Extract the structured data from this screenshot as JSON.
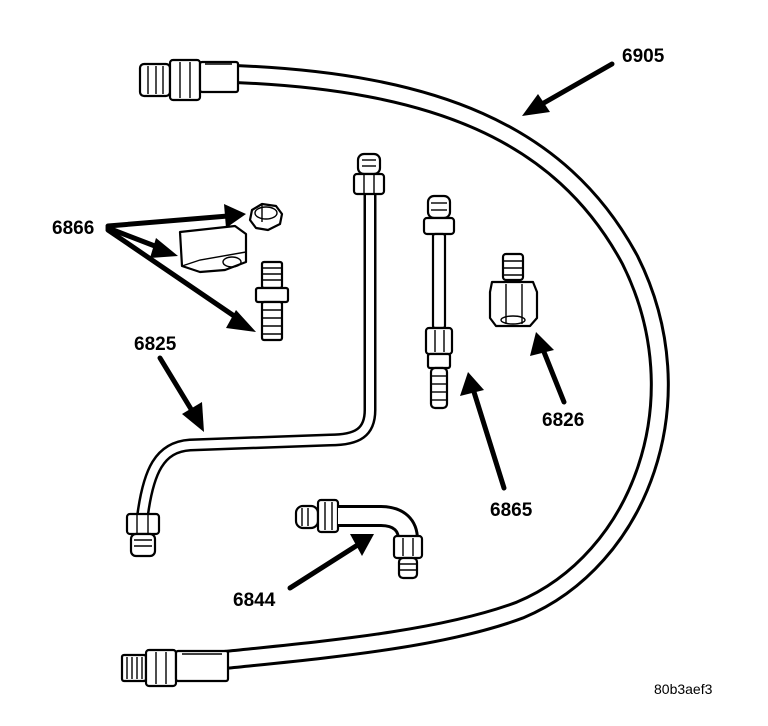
{
  "labels": {
    "hose": "6905",
    "fitting_kit": "6866",
    "tube_bent": "6825",
    "tube_straight": "6865",
    "adapter": "6826",
    "elbow": "6844"
  },
  "image_code": "80b3aef3"
}
